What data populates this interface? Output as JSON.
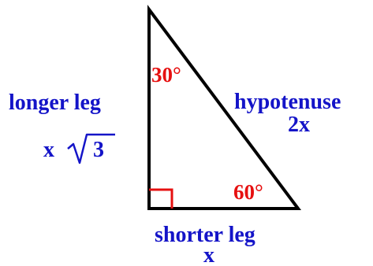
{
  "colors": {
    "label": "#1414c8",
    "angle": "#e61010",
    "line": "#000000",
    "background": "#ffffff"
  },
  "labels": {
    "longer_leg": "longer leg",
    "longer_leg_value_prefix": "x",
    "longer_leg_radicand": "3",
    "hypotenuse": "hypotenuse",
    "hypotenuse_value": "2x",
    "shorter_leg": "shorter leg",
    "shorter_leg_value": "x"
  },
  "angles": {
    "top": "30°",
    "bottom_right": "60°"
  }
}
